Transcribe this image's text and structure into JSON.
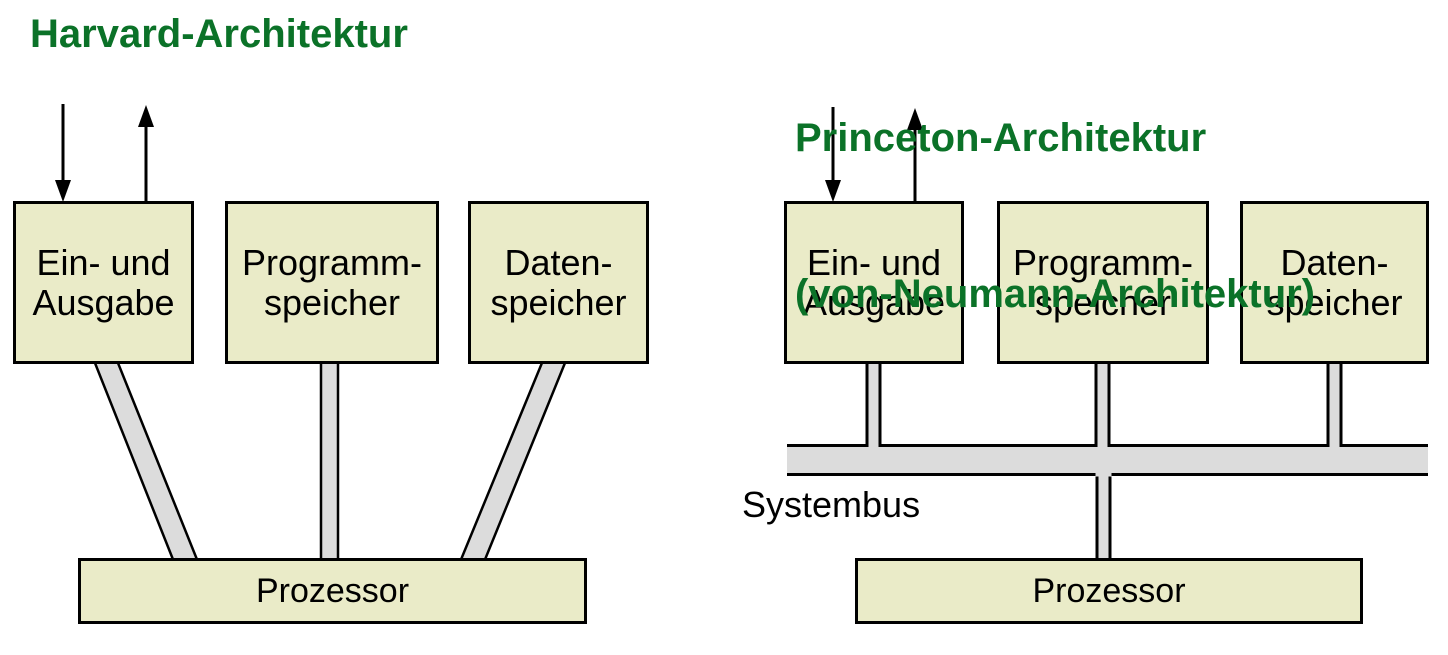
{
  "colors": {
    "title_green": "#0b7228",
    "box_fill": "#eaebc8",
    "box_border": "#000000",
    "bus_gray": "#dcdcdc",
    "line_black": "#000000",
    "background": "#ffffff"
  },
  "harvard": {
    "title": "Harvard-Architektur",
    "boxes": [
      {
        "label": "Ein- und\nAusgabe"
      },
      {
        "label": "Programm-\nspeicher"
      },
      {
        "label": "Daten-\nspeicher"
      }
    ],
    "processor": "Prozessor"
  },
  "princeton": {
    "title_line1": "Princeton-Architektur",
    "title_line2": "(von-Neumann-Architektur)",
    "boxes": [
      {
        "label": "Ein- und\nAusgabe"
      },
      {
        "label": "Programm-\nspeicher"
      },
      {
        "label": "Daten-\nspeicher"
      }
    ],
    "bus_label": "Systembus",
    "processor": "Prozessor"
  }
}
